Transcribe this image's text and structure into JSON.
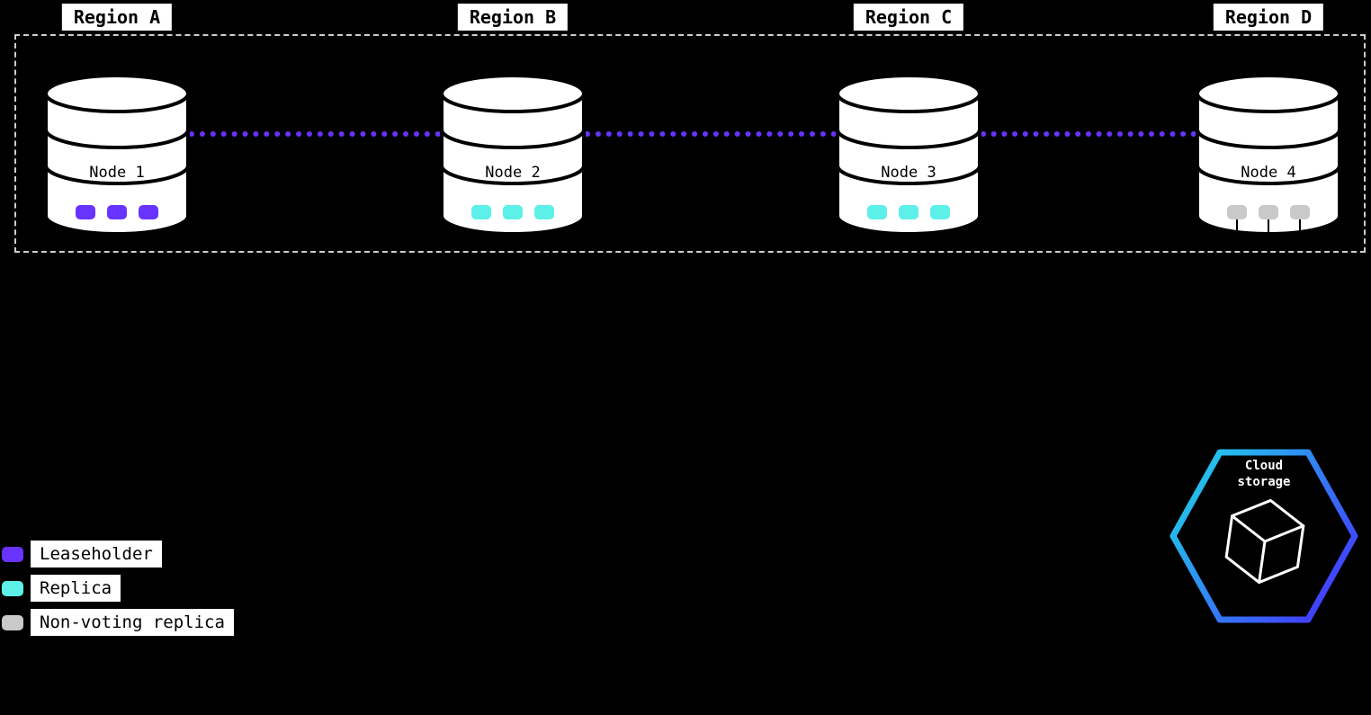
{
  "colors": {
    "leaseholder": "#6933FF",
    "replica": "#5CF0E8",
    "non_voting": "#C9C9C9",
    "link": "#6933FF",
    "hex_gradient_start": "#20CFEA",
    "hex_gradient_end": "#4433FF"
  },
  "regions": [
    {
      "label": "Region A",
      "node": "Node 1",
      "replica_type": "leaseholder"
    },
    {
      "label": "Region B",
      "node": "Node 2",
      "replica_type": "replica"
    },
    {
      "label": "Region C",
      "node": "Node 3",
      "replica_type": "replica"
    },
    {
      "label": "Region D",
      "node": "Node 4",
      "replica_type": "non_voting"
    }
  ],
  "legend": [
    {
      "label": "Leaseholder",
      "color": "#6933FF"
    },
    {
      "label": "Replica",
      "color": "#5CF0E8"
    },
    {
      "label": "Non-voting replica",
      "color": "#C9C9C9"
    }
  ],
  "cloud_storage": {
    "line1": "Cloud",
    "line2": "storage"
  }
}
